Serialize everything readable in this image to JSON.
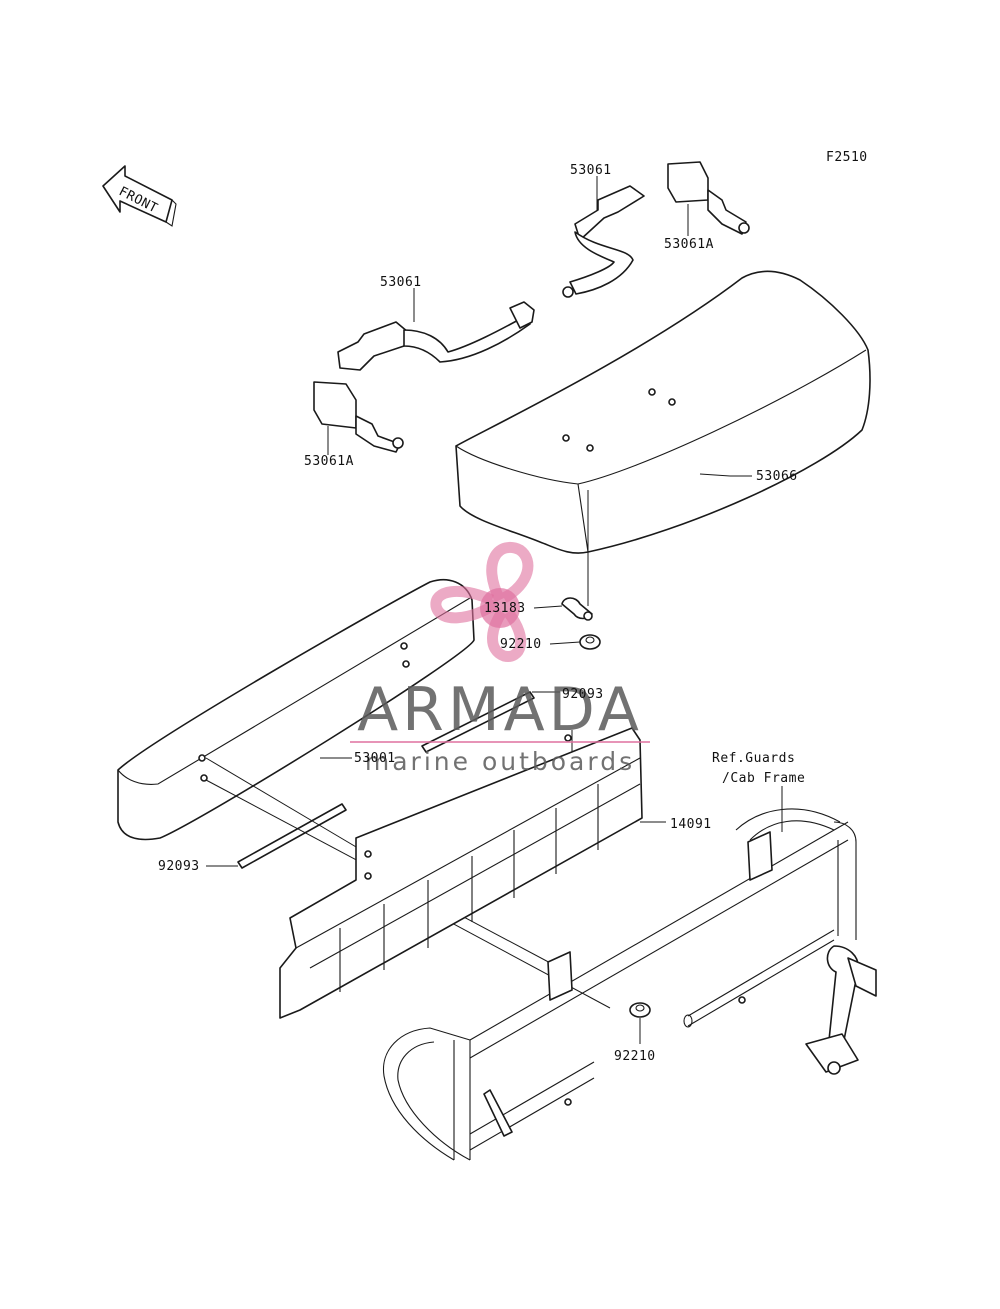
{
  "figure_code": "F2510",
  "front_label": "FRONT",
  "watermark": {
    "title": "ARMADA",
    "subtitle": "marine outboards",
    "color": "#e0719f"
  },
  "ref_note": {
    "line1": "Ref.Guards",
    "line2": "/Cab Frame"
  },
  "callouts": [
    {
      "id": "53061-top",
      "text": "53061"
    },
    {
      "id": "53061a-top",
      "text": "53061A"
    },
    {
      "id": "53061-left",
      "text": "53061"
    },
    {
      "id": "53061a-left",
      "text": "53061A"
    },
    {
      "id": "53066",
      "text": "53066"
    },
    {
      "id": "13183",
      "text": "13183"
    },
    {
      "id": "92210-top",
      "text": "92210"
    },
    {
      "id": "92093-top",
      "text": "92093"
    },
    {
      "id": "53001",
      "text": "53001"
    },
    {
      "id": "14091",
      "text": "14091"
    },
    {
      "id": "92093-bottom",
      "text": "92093"
    },
    {
      "id": "92210-bottom",
      "text": "92210"
    }
  ]
}
